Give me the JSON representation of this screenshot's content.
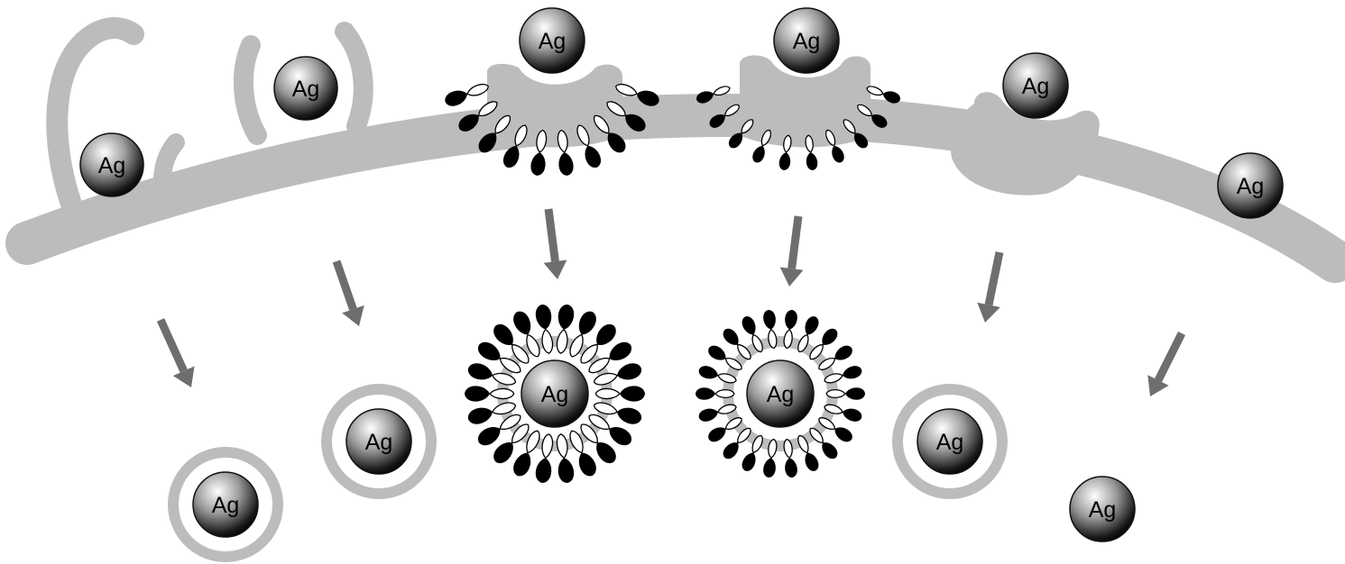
{
  "particle_label": "Ag",
  "colors": {
    "membrane": "#bcbcbc",
    "arrow": "#6e6e6e",
    "head_dark": "#000000",
    "particle_light": "#ffffff",
    "particle_dark": "#000000"
  },
  "pathways": [
    {
      "id": "pathway-1",
      "surface_particle": "Ag",
      "internalized_particle": "Ag"
    },
    {
      "id": "pathway-2",
      "surface_particle": "Ag",
      "internalized_particle": "Ag"
    },
    {
      "id": "pathway-3",
      "surface_particle": "Ag",
      "internalized_particle": "Ag"
    },
    {
      "id": "pathway-4",
      "surface_particle": "Ag",
      "internalized_particle": "Ag"
    },
    {
      "id": "pathway-5",
      "surface_particle": "Ag",
      "internalized_particle": "Ag"
    },
    {
      "id": "pathway-6",
      "surface_particle": "Ag",
      "internalized_particle": "Ag"
    }
  ]
}
